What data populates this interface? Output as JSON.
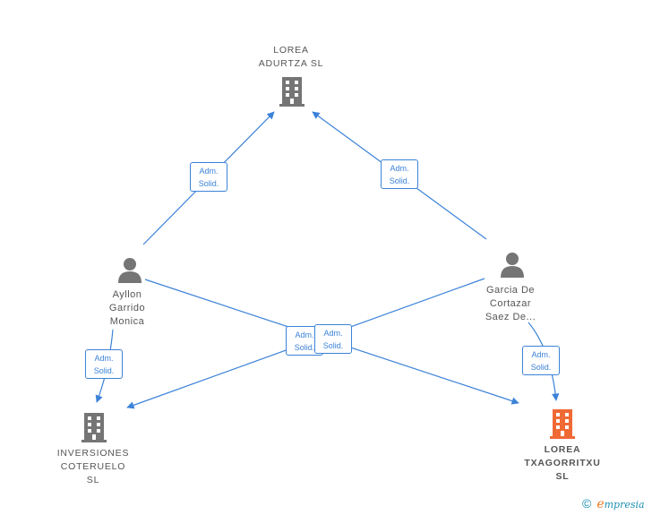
{
  "nodes": {
    "lorea_adurtza": {
      "label": "LOREA\nADURTZA  SL",
      "type": "company"
    },
    "ayllon": {
      "label": "Ayllon\nGarrido\nMonica",
      "type": "person"
    },
    "garcia": {
      "label": "Garcia De\nCortazar\nSaez De...",
      "type": "person"
    },
    "inversiones": {
      "label": "INVERSIONES\nCOTERUELO\nSL",
      "type": "company"
    },
    "lorea_txagorritxu": {
      "label": "LOREA\nTXAGORRITXU\nSL",
      "type": "company",
      "highlight": true
    }
  },
  "edges": [
    {
      "label": "Adm.\nSolid."
    },
    {
      "label": "Adm.\nSolid."
    },
    {
      "label": "Adm.\nSolid."
    },
    {
      "label": "Adm.\nSolid."
    },
    {
      "label": "Adm.\nSolid."
    },
    {
      "label": "Adm.\nSolid."
    }
  ],
  "colors": {
    "edge": "#3b82d8",
    "icon": "#757575",
    "highlight": "#f06a35"
  },
  "brand": {
    "copyright": "©",
    "e": "e",
    "rest": "mpresia"
  }
}
